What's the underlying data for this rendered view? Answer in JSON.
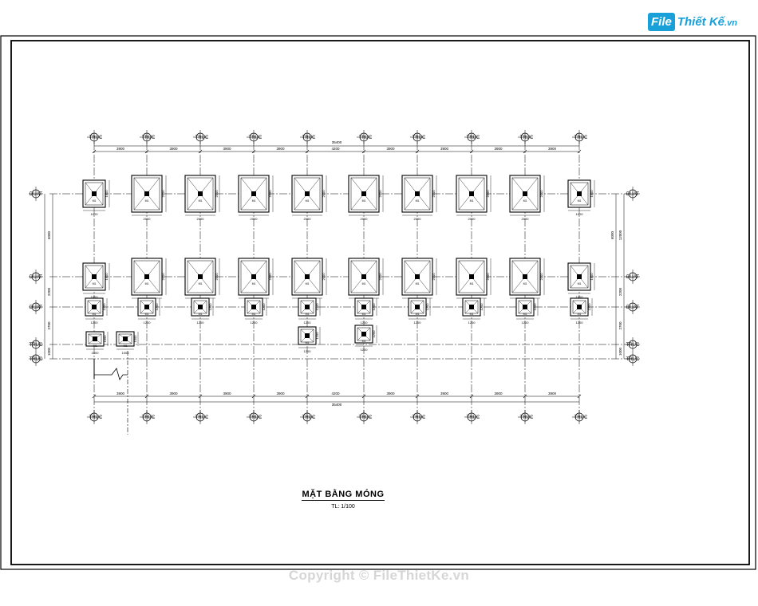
{
  "brand": {
    "box": "File",
    "name": "Thiết Kế",
    "suffix": ".vn"
  },
  "drawing": {
    "title": "MẶT BẰNG MÓNG",
    "scale": "TL: 1/100",
    "axis_label": "TRUC",
    "row_axis_label": "DUAT",
    "footing_label": "M1",
    "top_spans": [
      "3900",
      "3900",
      "3900",
      "3900",
      "4200",
      "3900",
      "3900",
      "3900",
      "3900"
    ],
    "top_total": "35400",
    "bottom_spans": [
      "3900",
      "3900",
      "3900",
      "3900",
      "4200",
      "3900",
      "3900",
      "3900",
      "3900"
    ],
    "bottom_total": "35400",
    "left_dims": [
      "6000",
      "2200",
      "2700",
      "1000"
    ],
    "right_dims": [
      "6000",
      "12000",
      "2200",
      "2700",
      "1000"
    ],
    "footing_dims": {
      "row1": [
        "1600",
        "2000",
        "2000",
        "2000",
        "2000",
        "2000",
        "2000",
        "2000",
        "2000",
        "1600"
      ],
      "row2": [
        "1600",
        "2000",
        "2000",
        "2000",
        "2000",
        "2000",
        "2000",
        "2000",
        "2000",
        "1600"
      ],
      "row3": [
        "1200",
        "1200",
        "1200",
        "1200",
        "1200",
        "1200",
        "1200",
        "1200",
        "1200",
        "1200"
      ],
      "small": [
        "1000",
        "1000",
        "1200",
        "1200"
      ]
    }
  },
  "copyright": "Copyright © FileThietKe.vn",
  "colors": {
    "line": "#000000",
    "accent": "#1aa0d8",
    "watermark": "#d6d6d6"
  }
}
